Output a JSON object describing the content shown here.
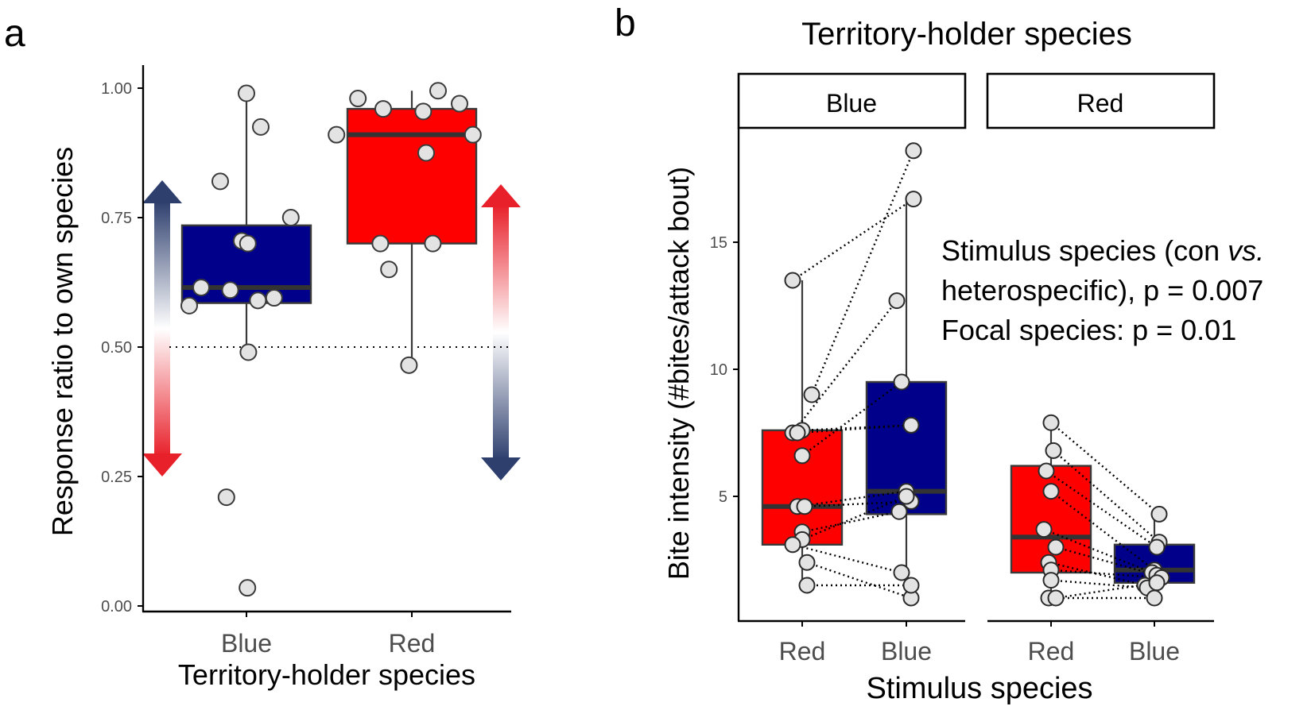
{
  "panel_a": {
    "letter": "a",
    "ylabel": "Response ratio to own species",
    "xlabel": "Territory-holder species",
    "yticks": [
      "0.00",
      "0.25",
      "0.50",
      "0.75",
      "1.00"
    ]
  },
  "panel_b": {
    "letter": "b",
    "title": "Territory-holder species",
    "ylabel": "Bite intensity (#bites/attack bout)",
    "xlabel": "Stimulus species",
    "yticks": [
      "5",
      "10",
      "15"
    ],
    "facets": [
      "Blue",
      "Red"
    ],
    "annotation": {
      "line1_prefix": "Stimulus species (con ",
      "line1_italic": "vs.",
      "line2": "heterospecific), p = 0.007",
      "line3": "Focal species: p = 0.01"
    }
  },
  "colors": {
    "blue": "#00008b",
    "red": "#ff0000",
    "arrow_navy": "#2e3f6e",
    "arrow_red": "#e8202a",
    "point_fill": "#e3e3e3",
    "box_edge": "#3a3a3a"
  },
  "chart_data": [
    {
      "type": "box",
      "title": "",
      "xlabel": "Territory-holder species",
      "ylabel": "Response ratio to own species",
      "ylim": [
        0,
        1
      ],
      "reference_line": 0.5,
      "categories": [
        "Blue",
        "Red"
      ],
      "boxes": [
        {
          "category": "Blue",
          "fill": "#00008b",
          "q1": 0.585,
          "median": 0.615,
          "q3": 0.735,
          "whisker_low": 0.49,
          "whisker_high": 0.99,
          "points": [
            0.99,
            0.925,
            0.82,
            0.75,
            0.705,
            0.7,
            0.615,
            0.61,
            0.595,
            0.59,
            0.58,
            0.49,
            0.21,
            0.035
          ]
        },
        {
          "category": "Red",
          "fill": "#ff0000",
          "q1": 0.7,
          "median": 0.91,
          "q3": 0.96,
          "whisker_low": 0.465,
          "whisker_high": 0.995,
          "points": [
            0.995,
            0.98,
            0.97,
            0.96,
            0.955,
            0.91,
            0.91,
            0.875,
            0.7,
            0.7,
            0.65,
            0.465
          ]
        }
      ],
      "legend": "none"
    },
    {
      "type": "box",
      "title": "Territory-holder species",
      "xlabel": "Stimulus species",
      "ylabel": "Bite intensity (#bites/attack bout)",
      "ylim": [
        0.5,
        19.5
      ],
      "facets": [
        {
          "facet": "Blue",
          "categories": [
            "Red",
            "Blue"
          ],
          "boxes": [
            {
              "category": "Red",
              "fill": "#ff0000",
              "q1": 3.1,
              "median": 4.6,
              "q3": 7.6,
              "whisker_low": 1.5,
              "whisker_high": 13.5
            },
            {
              "category": "Blue",
              "fill": "#00008b",
              "q1": 4.3,
              "median": 5.2,
              "q3": 9.5,
              "whisker_low": 1.0,
              "whisker_high": 16.7
            }
          ],
          "pairs": [
            [
              13.5,
              16.7
            ],
            [
              9.0,
              18.6
            ],
            [
              7.5,
              12.7
            ],
            [
              7.6,
              7.8
            ],
            [
              7.5,
              7.8
            ],
            [
              6.6,
              9.5
            ],
            [
              4.6,
              5.2
            ],
            [
              4.6,
              4.8
            ],
            [
              3.6,
              4.4
            ],
            [
              3.3,
              5.0
            ],
            [
              3.1,
              2.0
            ],
            [
              2.4,
              1.0
            ],
            [
              1.5,
              1.5
            ]
          ]
        },
        {
          "facet": "Red",
          "categories": [
            "Red",
            "Blue"
          ],
          "boxes": [
            {
              "category": "Red",
              "fill": "#ff0000",
              "q1": 2.0,
              "median": 3.4,
              "q3": 6.2,
              "whisker_low": 1.0,
              "whisker_high": 7.9
            },
            {
              "category": "Blue",
              "fill": "#00008b",
              "q1": 1.6,
              "median": 2.1,
              "q3": 3.1,
              "whisker_low": 1.0,
              "whisker_high": 4.3
            }
          ],
          "pairs": [
            [
              7.9,
              4.3
            ],
            [
              6.8,
              3.2
            ],
            [
              6.0,
              3.0
            ],
            [
              5.2,
              2.1
            ],
            [
              3.7,
              2.0
            ],
            [
              3.0,
              1.9
            ],
            [
              2.4,
              1.5
            ],
            [
              2.1,
              1.8
            ],
            [
              1.7,
              1.4
            ],
            [
              1.0,
              1.0
            ],
            [
              1.0,
              1.6
            ]
          ]
        }
      ],
      "legend": "none"
    }
  ]
}
